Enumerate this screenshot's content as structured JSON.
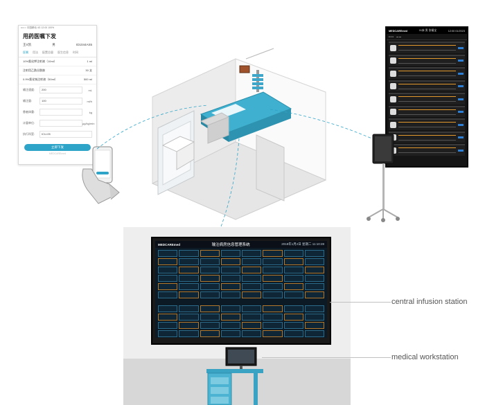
{
  "phone": {
    "status_bar": "•••○○ 中国移动 4G  12:00      100%",
    "title": "用药医嘱下发",
    "patient_name": "王X凯",
    "patient_gender": "男",
    "patient_id": "ID1044AS5",
    "tabs": [
      "医嘱",
      "用法",
      "配置总量",
      "医生信息",
      "时间"
    ],
    "drugs": [
      {
        "name": "10%氯化钾注射液（10ml）",
        "qty": "1",
        "unit": "ml"
      },
      {
        "name": "注射用乙酰谷酰胺",
        "qty": "30",
        "unit": "支"
      },
      {
        "name": "0.9%氯化钠注射液（50ml）",
        "qty": "500",
        "unit": "ml"
      }
    ],
    "fields": [
      {
        "label": "输注速度:",
        "value": "200",
        "unit": "mL"
      },
      {
        "label": "输注量:",
        "value": "100",
        "unit": "ml/h"
      },
      {
        "label": "患者体重:",
        "value": "",
        "unit": "kg"
      },
      {
        "label": "计量单位:",
        "value": "",
        "unit": "μg/kg/min"
      }
    ],
    "dept_label": "执行科室:",
    "dept_value": "ICU-05",
    "submit_button": "立即下发",
    "footer": "MEDCAREmed"
  },
  "tablet": {
    "brand": "MEDCAREmed",
    "header_info": "01床  男  张福宝",
    "header_right": "12:00 01/2023",
    "rows": 9
  },
  "monitor": {
    "brand": "MEDCAREmed",
    "title": "输注病房信息管理系统",
    "datetime": "2018年1月2日  星期二 11:10:28"
  },
  "labels": {
    "central": "central infusion station",
    "workstation": "medical workstation"
  },
  "colors": {
    "accent_teal": "#2ea4c8",
    "monitor_bg": "#0c1a26",
    "tablet_bg": "#151515",
    "panel_gray": "#eeeeee"
  }
}
